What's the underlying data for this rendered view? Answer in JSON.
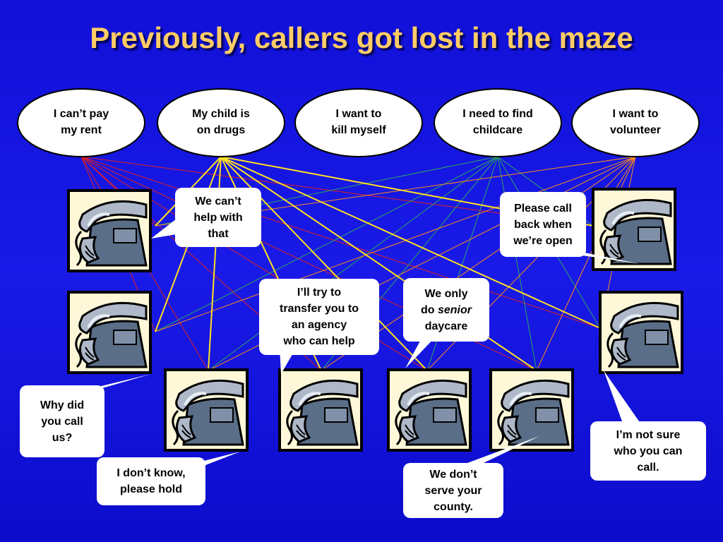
{
  "title": "Previously, callers got lost in the maze",
  "callers": [
    {
      "text": "I can’t pay\nmy rent"
    },
    {
      "text": "My child is\non drugs"
    },
    {
      "text": "I want to\nkill myself"
    },
    {
      "text": "I need to find\nchildcare"
    },
    {
      "text": "I want to\nvolunteer"
    }
  ],
  "responses": {
    "cant_help": "We can’t\nhelp with\nthat",
    "call_back": "Please call\nback when\nwe’re open",
    "transfer": "I’ll try to\ntransfer you to\nan agency\nwho can help",
    "senior_pre": "We only\ndo ",
    "senior_em": "senior",
    "senior_post": "\ndaycare",
    "why_call": "Why did\nyou call\nus?",
    "dont_know": "I don’t know,\nplease hold",
    "county": "We don’t\nserve your\ncounty.",
    "not_sure": "I’m not sure\nwho you can\ncall."
  },
  "icons": {
    "agency_phone": "telephone-icon"
  },
  "colors": {
    "title": "#ffcc66",
    "line_red": "#e02020",
    "line_yellow": "#ffe020",
    "line_green": "#2aa860",
    "line_orange": "#ff8c1a"
  }
}
